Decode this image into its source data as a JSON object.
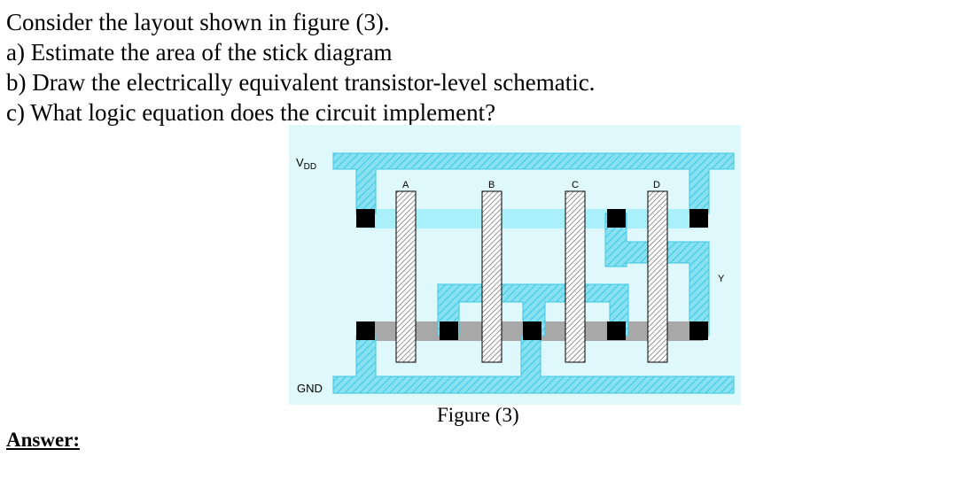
{
  "question": {
    "intro": "Consider the layout shown in figure (3).",
    "part_a": "a)  Estimate the area of the stick diagram",
    "part_b": "b)  Draw the electrically equivalent transistor-level schematic.",
    "part_c": "c)  What logic equation does the circuit implement?"
  },
  "figure": {
    "vdd_label": "V",
    "vdd_subscript": "DD",
    "gnd_label": "GND",
    "input_labels": [
      "A",
      "B",
      "C",
      "D"
    ],
    "output_label": "Y",
    "caption": "Figure (3)"
  },
  "answer_label": "Answer:",
  "colors": {
    "background": "#dff8fb",
    "metal": "#87e1f1",
    "metal_hatch": "#3fc7e2",
    "pdiff": "#aaf0fa",
    "ndiff": "#a8a8a8",
    "contact": "#000000",
    "poly_outline": "#000000"
  }
}
